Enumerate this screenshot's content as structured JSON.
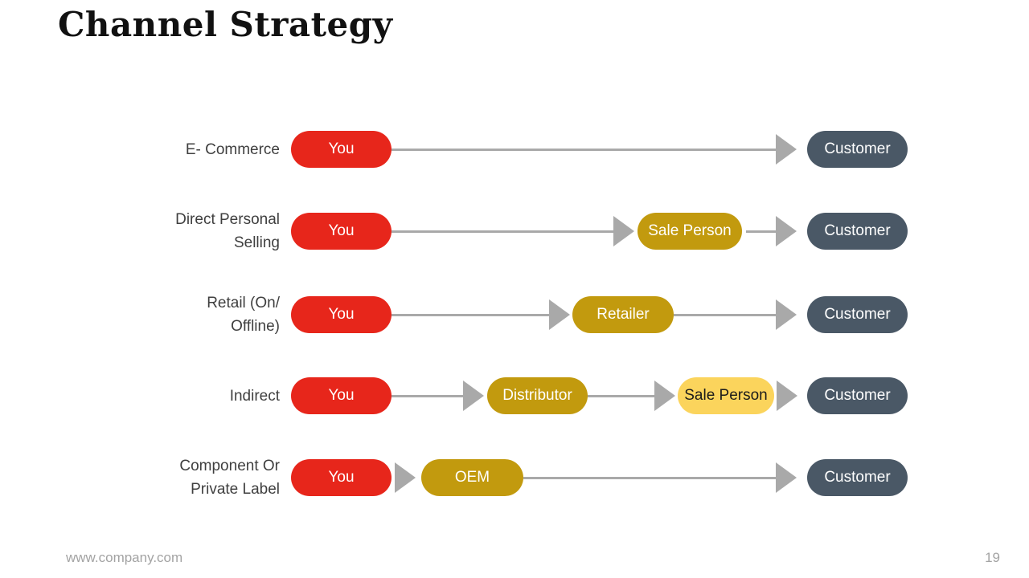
{
  "title": "Channel Strategy",
  "footer": {
    "website": "www.company.com",
    "page": "19"
  },
  "colors": {
    "you_pill": "#e7261b",
    "intermediate_pill": "#c29a0e",
    "intermediate_light_pill": "#fbd45c",
    "customer_pill": "#4a5866",
    "connector": "#a9a9a9",
    "label_text": "#3f3f3f",
    "footer_text": "#a3a3a3"
  },
  "rows": [
    {
      "label": "E- Commerce",
      "label_lines": [
        "E- Commerce"
      ],
      "nodes": [
        {
          "text": "You"
        },
        {
          "text": "Customer"
        }
      ]
    },
    {
      "label": "Direct Personal Selling",
      "label_lines": [
        "Direct Personal",
        "Selling"
      ],
      "nodes": [
        {
          "text": "You"
        },
        {
          "text": "Sale Person"
        },
        {
          "text": "Customer"
        }
      ]
    },
    {
      "label": "Retail (On/ Offline)",
      "label_lines": [
        "Retail (On/",
        "Offline)"
      ],
      "nodes": [
        {
          "text": "You"
        },
        {
          "text": "Retailer"
        },
        {
          "text": "Customer"
        }
      ]
    },
    {
      "label": "Indirect",
      "label_lines": [
        "Indirect"
      ],
      "nodes": [
        {
          "text": "You"
        },
        {
          "text": "Distributor"
        },
        {
          "text": "Sale Person"
        },
        {
          "text": "Customer"
        }
      ]
    },
    {
      "label": "Component Or Private Label",
      "label_lines": [
        "Component Or",
        "Private Label"
      ],
      "nodes": [
        {
          "text": "You"
        },
        {
          "text": "OEM"
        },
        {
          "text": "Customer"
        }
      ]
    }
  ]
}
